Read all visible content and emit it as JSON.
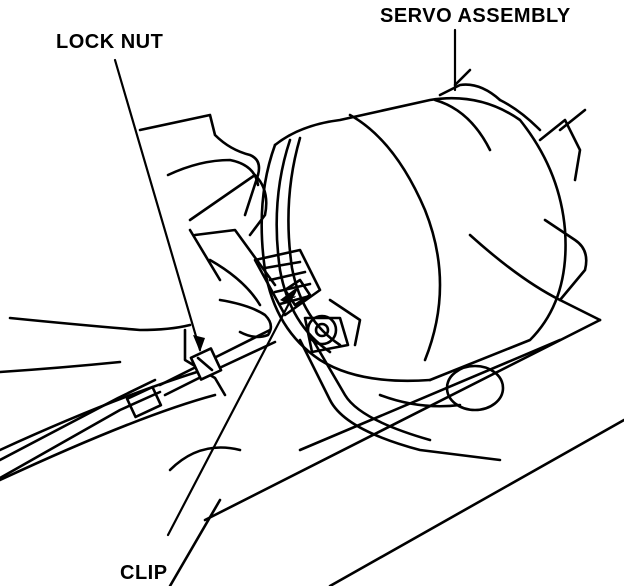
{
  "labels": {
    "lock_nut": "LOCK NUT",
    "servo_assembly": "SERVO ASSEMBLY",
    "clip": "CLIP"
  },
  "colors": {
    "ink": "#000000",
    "paper": "#ffffff"
  }
}
